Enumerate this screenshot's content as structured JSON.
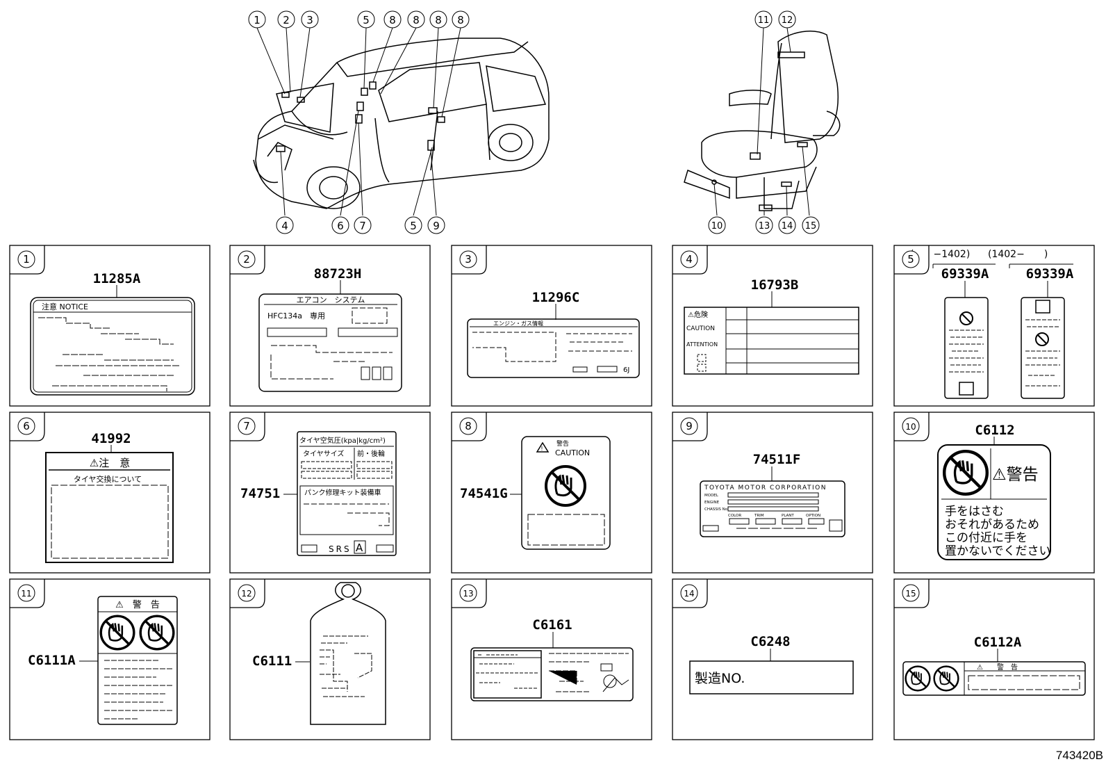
{
  "overview": {
    "car_callouts": [
      "1",
      "2",
      "3",
      "5",
      "8",
      "8",
      "8",
      "8",
      "4",
      "6",
      "7",
      "5",
      "9"
    ],
    "seat_callouts": [
      "11",
      "12",
      "10",
      "13",
      "14",
      "15"
    ]
  },
  "panels": [
    {
      "num": "1",
      "code": "11285A",
      "texts": [
        "注意 NOTICE"
      ]
    },
    {
      "num": "2",
      "code": "88723H",
      "texts": [
        "エアコン　システム",
        "HFC134a　専用"
      ]
    },
    {
      "num": "3",
      "code": "11296C",
      "texts": [
        "エンジン・ガス情報",
        "6J"
      ]
    },
    {
      "num": "4",
      "code": "16793B",
      "texts": [
        "⚠危険",
        "CAUTION",
        "ATTENTION"
      ]
    },
    {
      "num": "5",
      "code": "69339A",
      "code2": "69339A",
      "texts": [
        "(　　−1402)",
        "(1402−　　)"
      ]
    },
    {
      "num": "6",
      "code": "41992",
      "texts": [
        "⚠注　意",
        "タイヤ交換について"
      ]
    },
    {
      "num": "7",
      "code": "74751",
      "texts": [
        "タイヤ空気圧(kpa|kg/cm²)",
        "タイヤサイズ",
        "前・後輪",
        "パンク修理キット装備車",
        "SRS",
        "A"
      ]
    },
    {
      "num": "8",
      "code": "74541G",
      "texts": [
        "警告",
        "CAUTION"
      ]
    },
    {
      "num": "9",
      "code": "74511F",
      "texts": [
        "TOYOTA MOTOR CORPORATION",
        "MODEL",
        "ENGINE",
        "CHASSIS No.",
        "COLOR",
        "TRIM",
        "PLANT",
        "OPTION"
      ]
    },
    {
      "num": "10",
      "code": "C6112",
      "texts": [
        "⚠警告",
        "手をはさむ",
        "おそれがあるため",
        "この付近に手を",
        "置かないでください"
      ]
    },
    {
      "num": "11",
      "code": "C6111A",
      "texts": [
        "⚠　警　告"
      ]
    },
    {
      "num": "12",
      "code": "C6111",
      "texts": []
    },
    {
      "num": "13",
      "code": "C6161",
      "texts": []
    },
    {
      "num": "14",
      "code": "C6248",
      "texts": [
        "製造NO."
      ]
    },
    {
      "num": "15",
      "code": "C6112A",
      "texts": [
        "⚠　　警　告"
      ]
    }
  ],
  "figure_ref": "743420B"
}
